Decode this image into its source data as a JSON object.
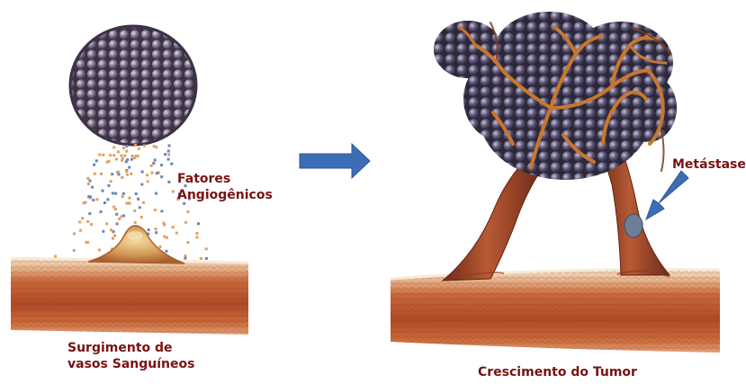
{
  "labels": {
    "factors_line1": "Fatores",
    "factors_line2": "Angiogênicos",
    "vessels_line1": "Surgimento de",
    "vessels_line2": "vasos Sanguíneos",
    "growth": "Crescimento do Tumor",
    "metastasis": "Metástase"
  },
  "colors": {
    "label_text": "#7a1212",
    "arrow_blue": "#3d6db5",
    "tumor_cells": "#6a5e78",
    "vessel_red": "#b34a2a",
    "capillary_orange": "#c9772e",
    "factor_dot_orange": "#e0a060",
    "factor_dot_blue": "#6d84b8",
    "metastasis_cell": "#6d7f96"
  },
  "icons": {
    "process_arrow": "right-arrow-icon",
    "metastasis_pointer": "diagonal-arrow-icon"
  }
}
